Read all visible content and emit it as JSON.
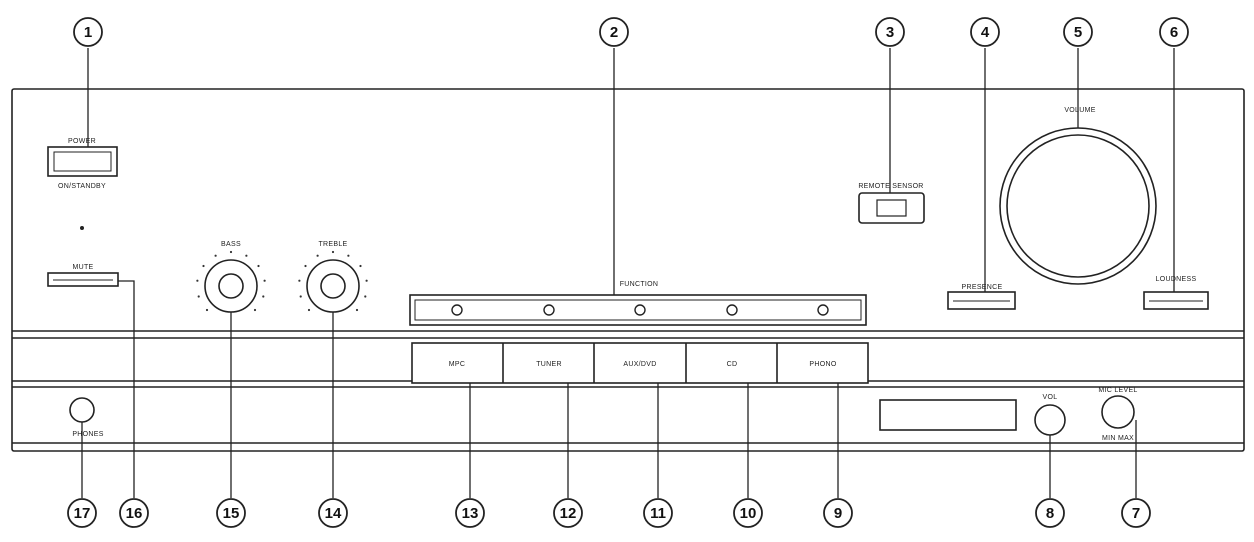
{
  "callouts": [
    "1",
    "2",
    "3",
    "4",
    "5",
    "6",
    "7",
    "8",
    "9",
    "10",
    "11",
    "12",
    "13",
    "14",
    "15",
    "16",
    "17"
  ],
  "labels": {
    "power": "POWER",
    "power_sub": "ON/STANDBY",
    "mute": "MUTE",
    "bass": "BASS",
    "treble": "TREBLE",
    "function": "FUNCTION",
    "sensor": "REMOTE SENSOR",
    "presence": "PRESENCE",
    "volume": "VOLUME",
    "loudness": "LOUDNESS",
    "phones": "PHONES",
    "vol2": "VOL",
    "mic_level": "MIC LEVEL",
    "min_max": "MIN   MAX"
  },
  "inputs": [
    "MPC",
    "TUNER",
    "AUX/DVD",
    "CD",
    "PHONO"
  ]
}
